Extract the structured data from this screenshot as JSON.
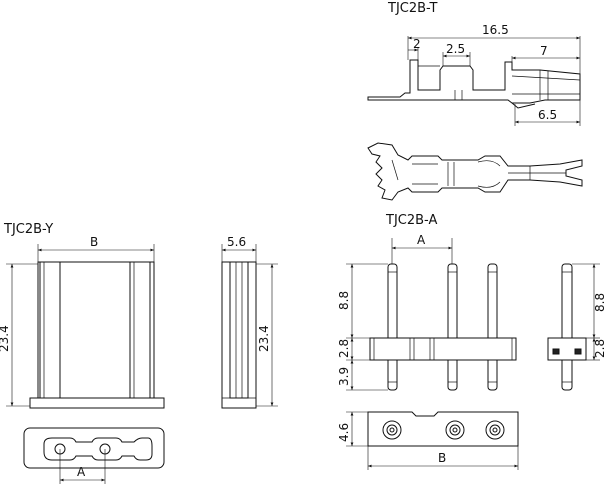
{
  "labels": {
    "tjc2b_t": "TJC2B-T",
    "tjc2b_y": "TJC2B-Y",
    "tjc2b_a": "TJC2B-A"
  },
  "dims_t": {
    "overall": "16.5",
    "left": "2",
    "mid": "2.5",
    "right": "7",
    "bottom": "6.5"
  },
  "dims_y": {
    "width": "B",
    "height": "23.4",
    "side_width": "5.6",
    "side_height": "23.4",
    "pitch": "A"
  },
  "dims_a": {
    "pitch": "A",
    "top": "8.8",
    "body": "2.8",
    "bottom": "3.9",
    "side_top": "8.8",
    "side_body": "2.8",
    "height": "4.6",
    "length": "B"
  },
  "colors": {
    "line": "#111111",
    "fill": "#dcdcdc"
  }
}
